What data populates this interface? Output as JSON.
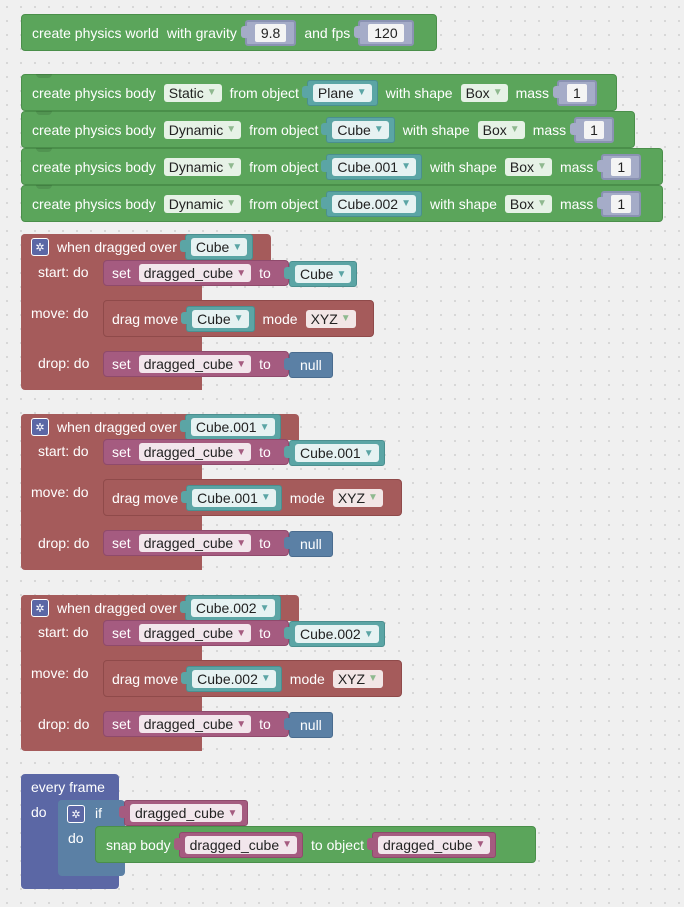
{
  "world": {
    "label_create": "create physics world",
    "label_gravity": "with gravity",
    "gravity": "9.8",
    "label_fps": "and fps",
    "fps": "120"
  },
  "bodies": [
    {
      "label": "create physics body",
      "type": "Static",
      "from": "from object",
      "object": "Plane",
      "shape_label": "with shape",
      "shape": "Box",
      "mass_label": "mass",
      "mass": "1"
    },
    {
      "label": "create physics body",
      "type": "Dynamic",
      "from": "from object",
      "object": "Cube",
      "shape_label": "with shape",
      "shape": "Box",
      "mass_label": "mass",
      "mass": "1"
    },
    {
      "label": "create physics body",
      "type": "Dynamic",
      "from": "from object",
      "object": "Cube.001",
      "shape_label": "with shape",
      "shape": "Box",
      "mass_label": "mass",
      "mass": "1"
    },
    {
      "label": "create physics body",
      "type": "Dynamic",
      "from": "from object",
      "object": "Cube.002",
      "shape_label": "with shape",
      "shape": "Box",
      "mass_label": "mass",
      "mass": "1"
    }
  ],
  "dragged": [
    {
      "header": "when dragged over",
      "object": "Cube",
      "start": "start: do",
      "set": "set",
      "var": "dragged_cube",
      "to": "to",
      "start_value": "Cube",
      "move": "move: do",
      "drag_move": "drag move",
      "move_obj": "Cube",
      "mode_label": "mode",
      "mode": "XYZ",
      "drop": "drop: do",
      "drop_value": "null"
    },
    {
      "header": "when dragged over",
      "object": "Cube.001",
      "start": "start: do",
      "set": "set",
      "var": "dragged_cube",
      "to": "to",
      "start_value": "Cube.001",
      "move": "move: do",
      "drag_move": "drag move",
      "move_obj": "Cube.001",
      "mode_label": "mode",
      "mode": "XYZ",
      "drop": "drop: do",
      "drop_value": "null"
    },
    {
      "header": "when dragged over",
      "object": "Cube.002",
      "start": "start: do",
      "set": "set",
      "var": "dragged_cube",
      "to": "to",
      "start_value": "Cube.002",
      "move": "move: do",
      "drag_move": "drag move",
      "move_obj": "Cube.002",
      "mode_label": "mode",
      "mode": "XYZ",
      "drop": "drop: do",
      "drop_value": "null"
    }
  ],
  "frame": {
    "label": "every frame",
    "do": "do",
    "if_label": "if",
    "if_var": "dragged_cube",
    "if_do": "do",
    "snap_label": "snap body",
    "snap_var": "dragged_cube",
    "to_object": "to object",
    "target_var": "dragged_cube"
  },
  "icons": {
    "gear": "gear-icon",
    "dropdown": "dropdown-arrow-icon"
  }
}
